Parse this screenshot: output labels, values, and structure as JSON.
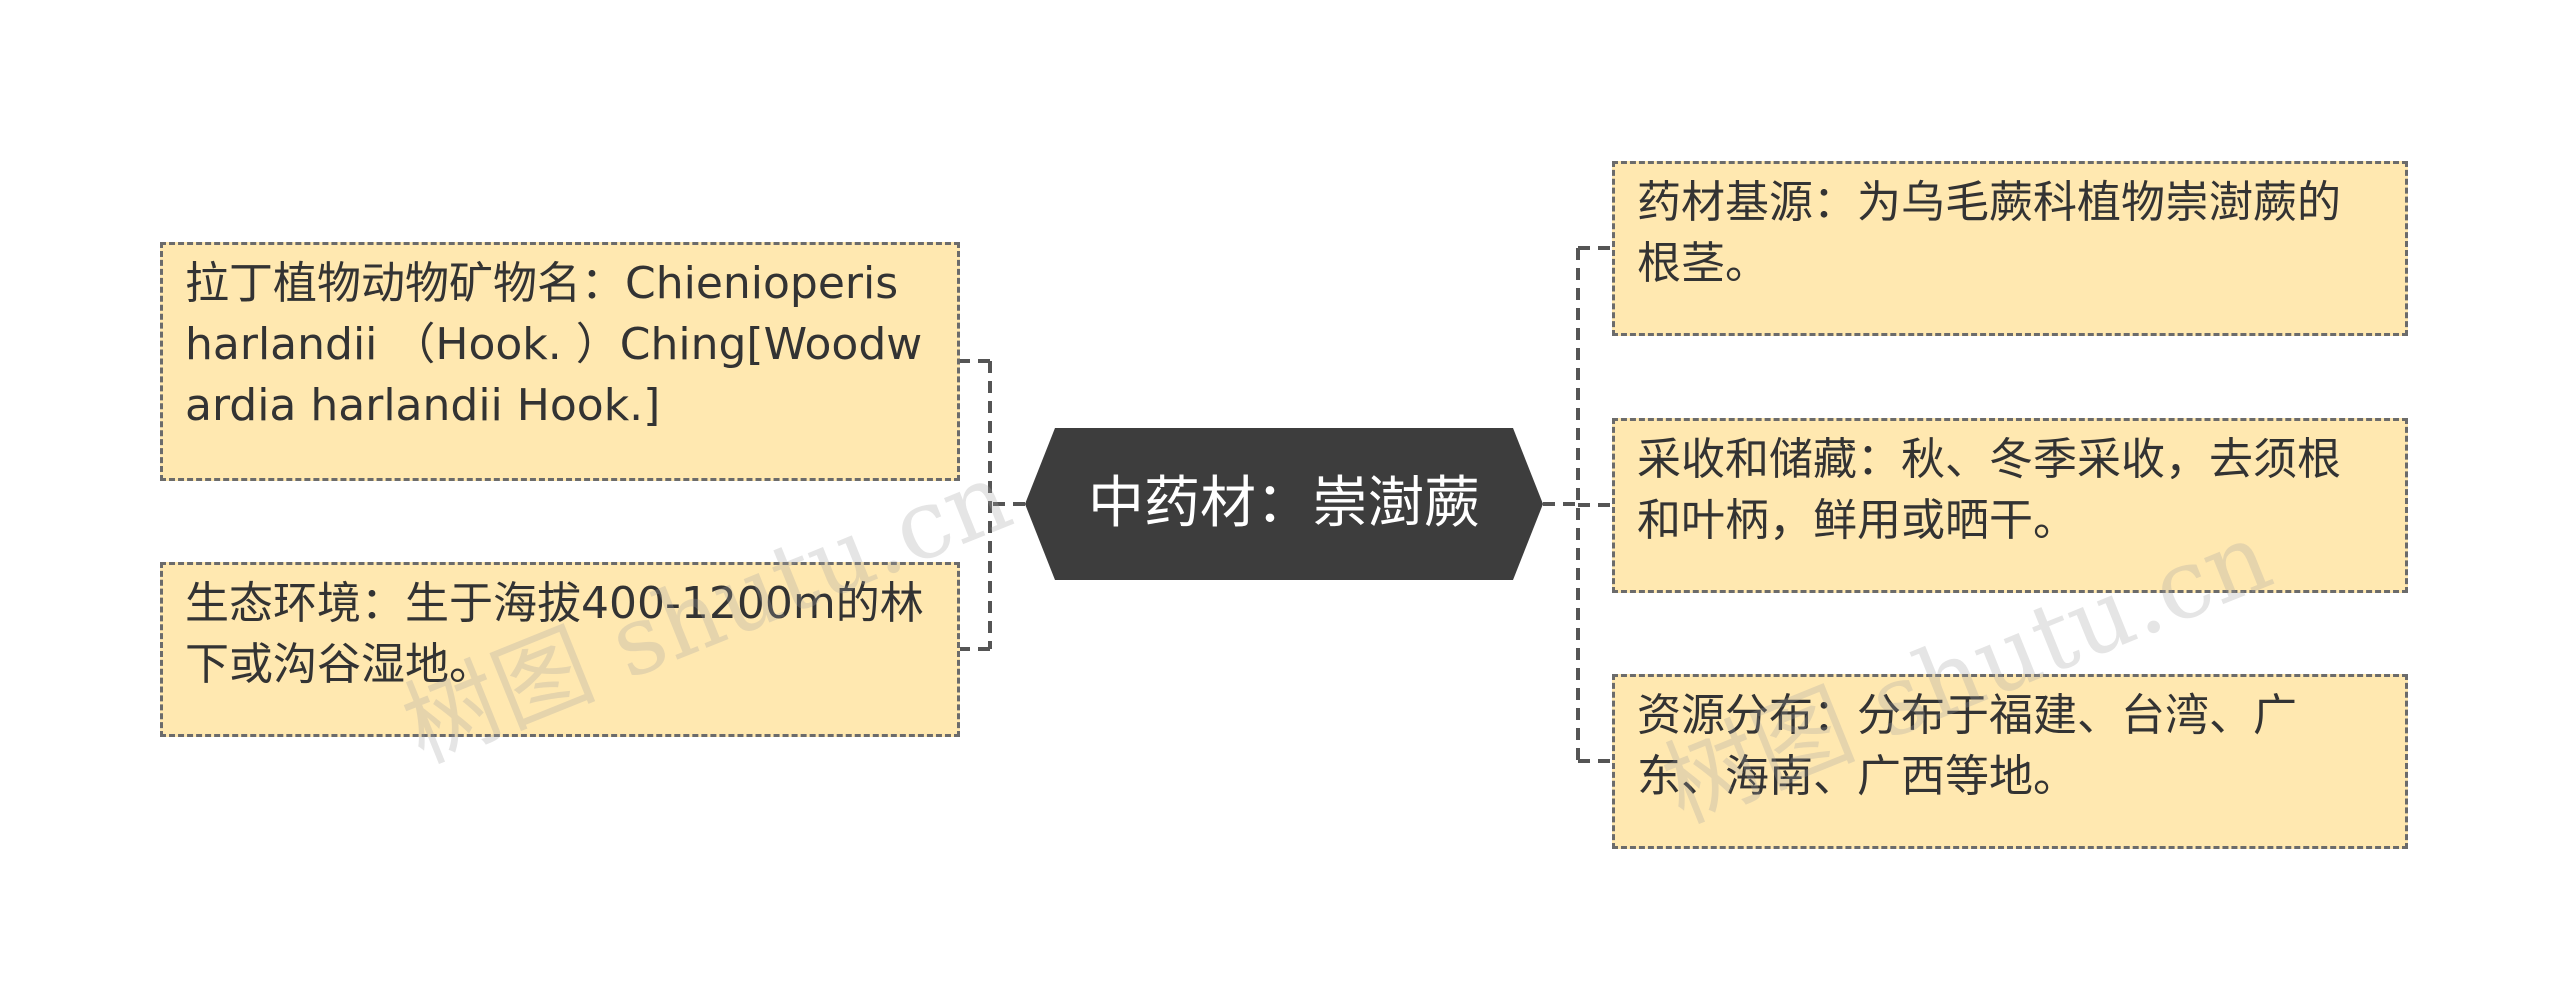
{
  "mindmap": {
    "center": "中药材：崇澍蕨",
    "left": [
      {
        "text": "拉丁植物动物矿物名：Chienioperis harlandii （Hook. ）Ching[Woodwardia harlandii Hook.]"
      },
      {
        "text": "生态环境：生于海拔400-1200m的林下或沟谷湿地。"
      }
    ],
    "right": [
      {
        "text": "药材基源：为乌毛蕨科植物崇澍蕨的根茎。"
      },
      {
        "text": "采收和储藏：秋、冬季采收，去须根和叶柄，鲜用或晒干。"
      },
      {
        "text": "资源分布：分布于福建、台湾、广东、海南、广西等地。"
      }
    ]
  },
  "watermark": "树图 shutu.cn",
  "colors": {
    "center_fill": "#3d3d3d",
    "node_fill": "#ffe8b0",
    "border": "#6b6b6b",
    "connector": "#555555"
  }
}
